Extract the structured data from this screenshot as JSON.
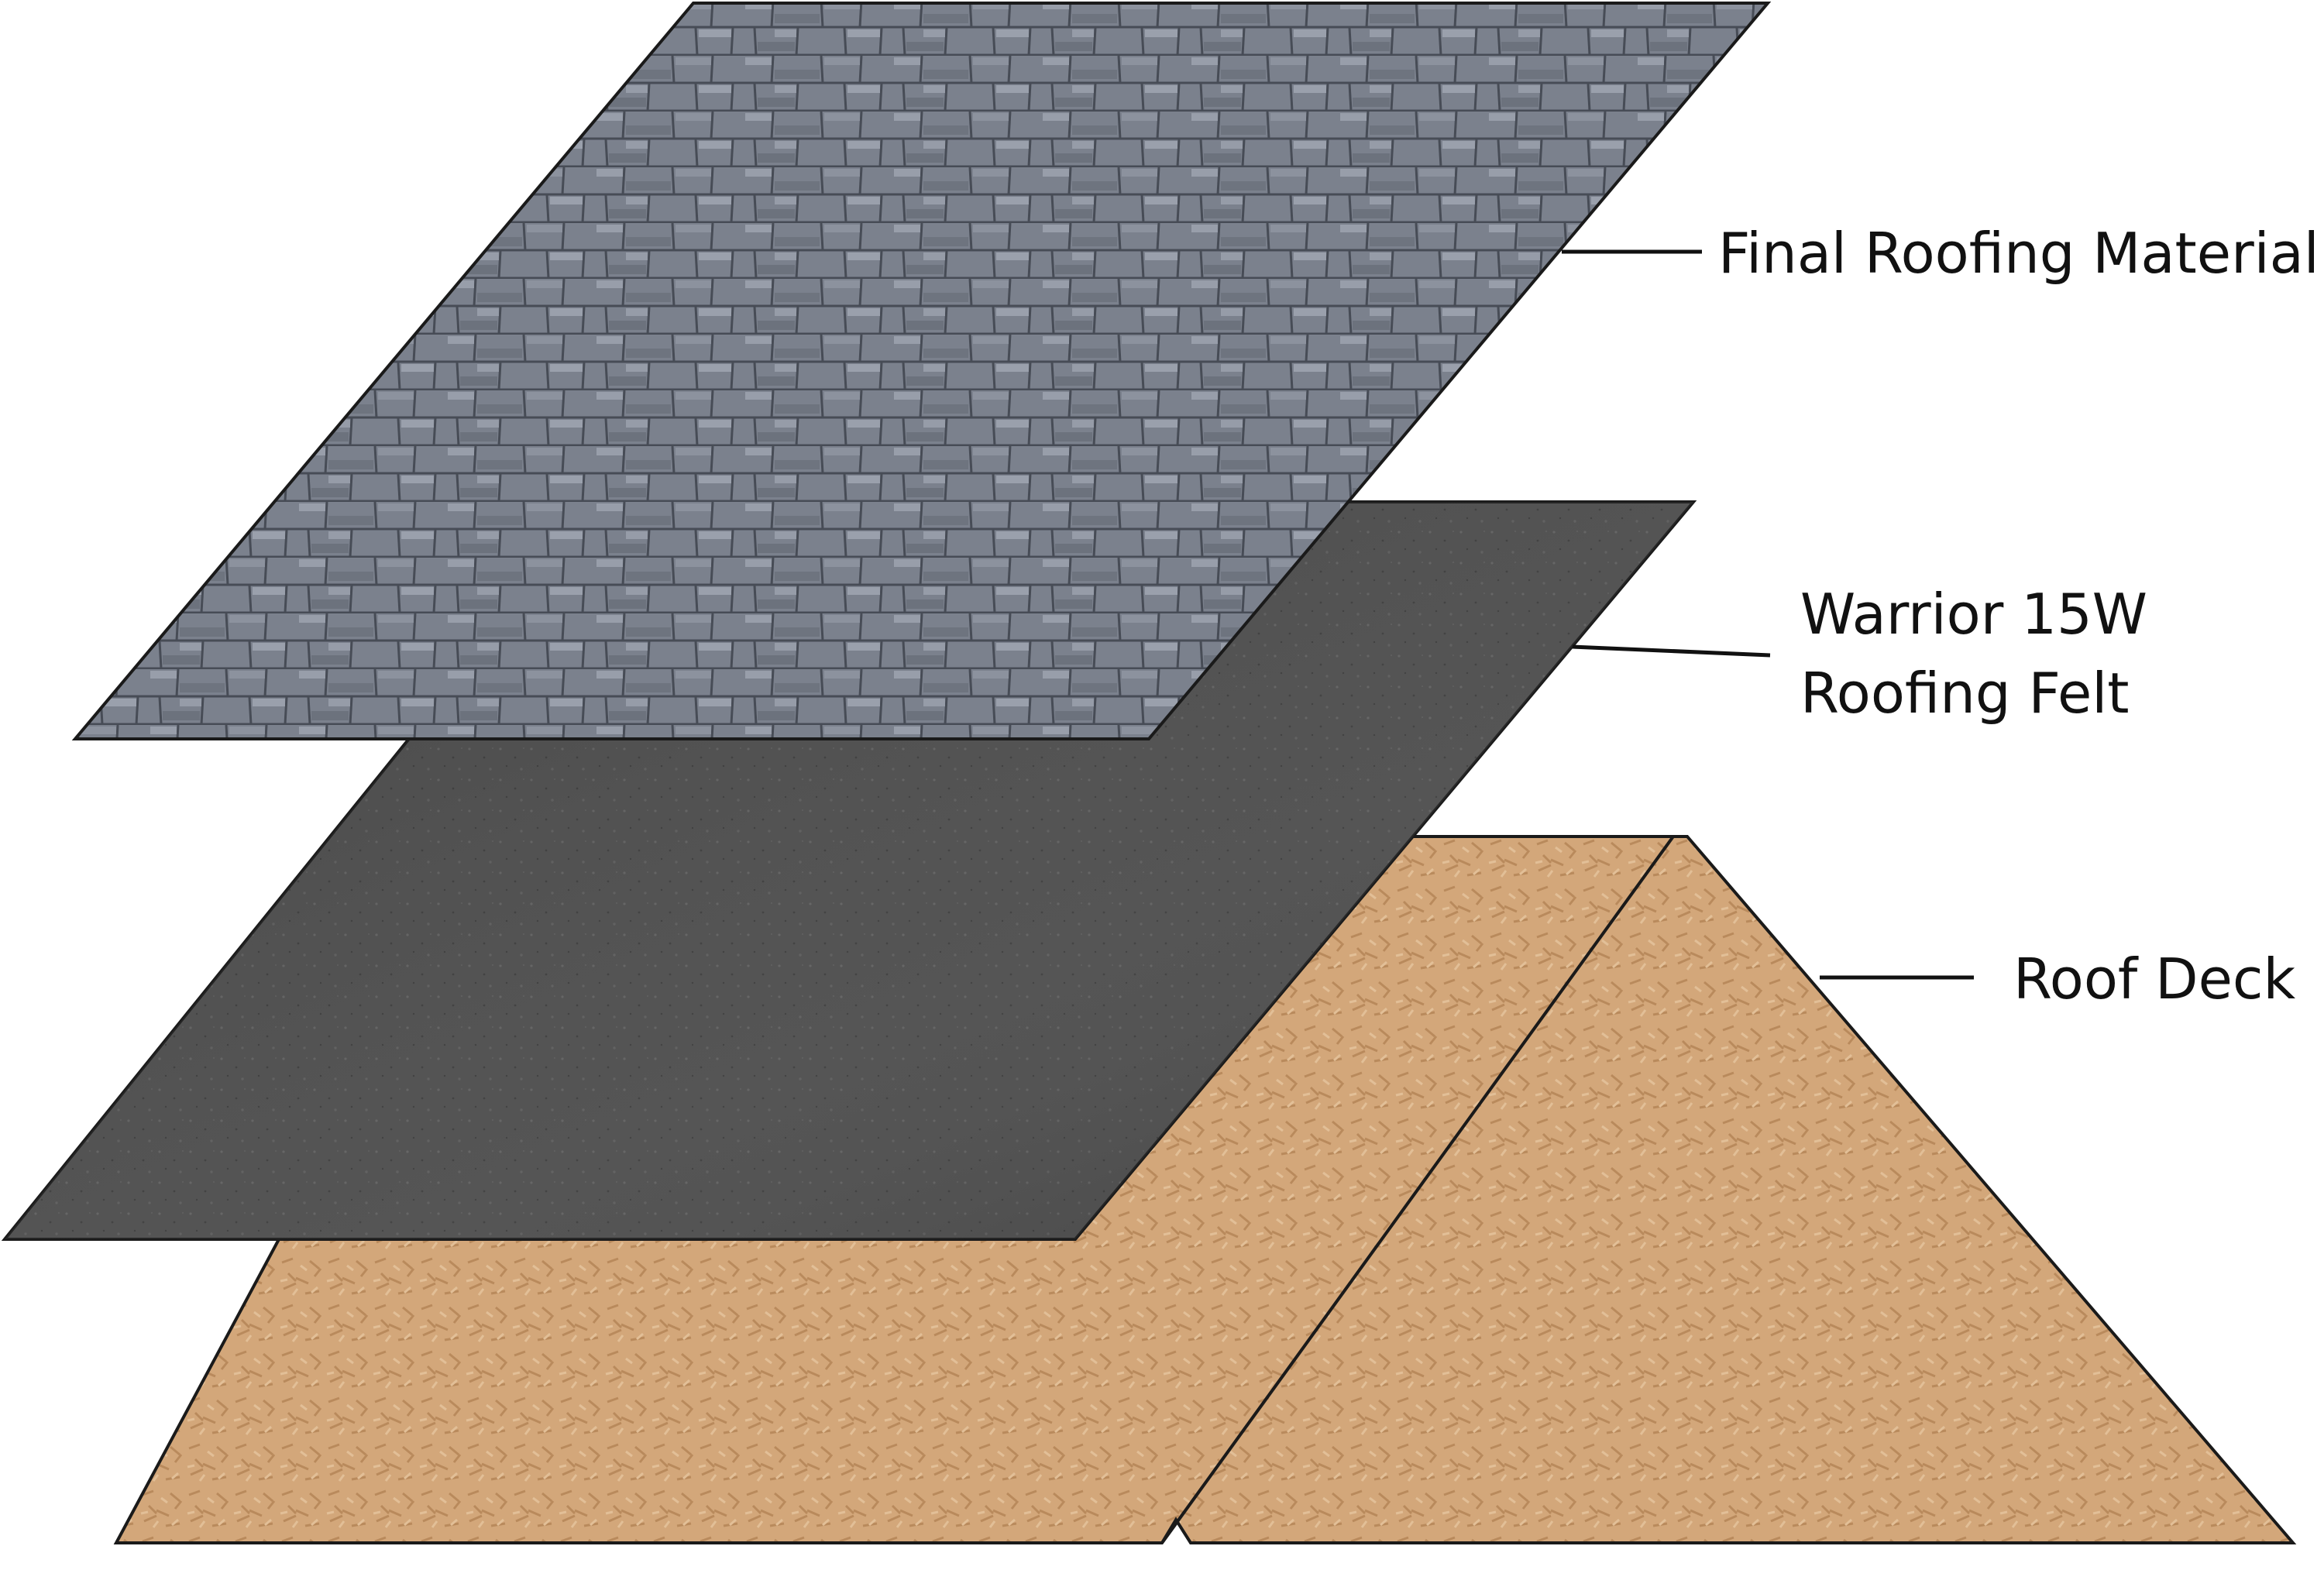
{
  "layers": [
    {
      "id": "shingles",
      "lines": [
        "Final Roofing Material"
      ],
      "color": "#7d838f"
    },
    {
      "id": "felt",
      "lines": [
        "Warrior 15W",
        "Roofing Felt"
      ],
      "color": "#4a4a4a"
    },
    {
      "id": "deck",
      "lines": [
        "Roof Deck"
      ],
      "color": "#d3a77a"
    }
  ]
}
